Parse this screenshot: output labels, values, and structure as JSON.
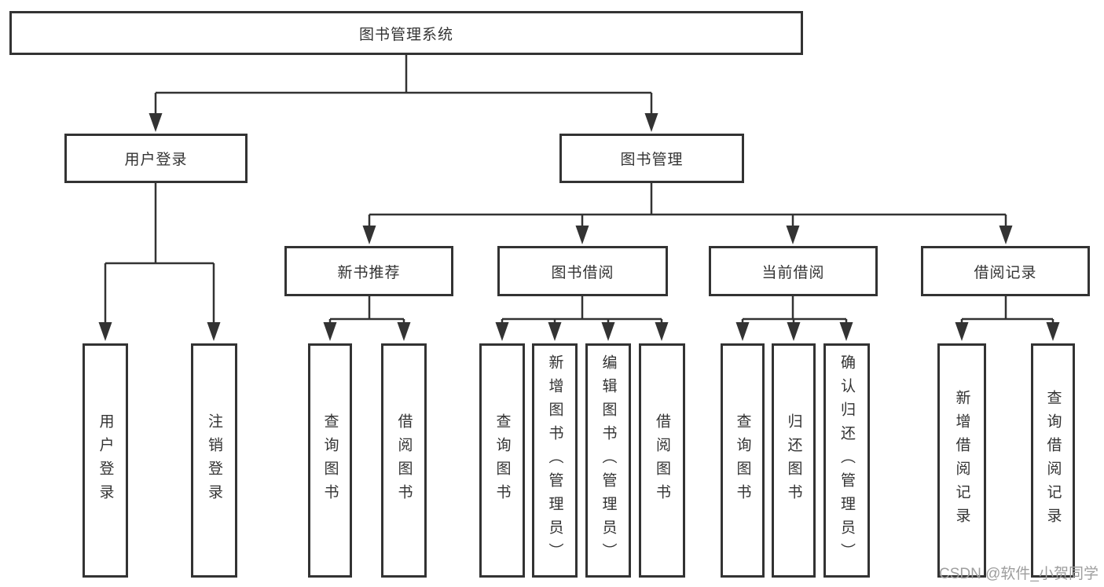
{
  "diagram": {
    "root_label": "图书管理系统",
    "user_login": {
      "label": "用户登录",
      "children": [
        "用户登录",
        "注销登录"
      ]
    },
    "book_mgmt": {
      "label": "图书管理",
      "groups": [
        {
          "label": "新书推荐",
          "children": [
            "查询图书",
            "借阅图书"
          ]
        },
        {
          "label": "图书借阅",
          "children": [
            "查询图书",
            "新增图书（管理员）",
            "编辑图书（管理员）",
            "借阅图书"
          ]
        },
        {
          "label": "当前借阅",
          "children": [
            "查询图书",
            "归还图书",
            "确认归还（管理员）"
          ]
        },
        {
          "label": "借阅记录",
          "children": [
            "新增借阅记录",
            "查询借阅记录"
          ]
        }
      ]
    }
  },
  "watermark": "CSDN @软件_小贺同学",
  "colors": {
    "line": "#333333",
    "box_border": "#333333",
    "text": "#333333",
    "watermark": "#9e9e9e",
    "background": "#ffffff"
  }
}
